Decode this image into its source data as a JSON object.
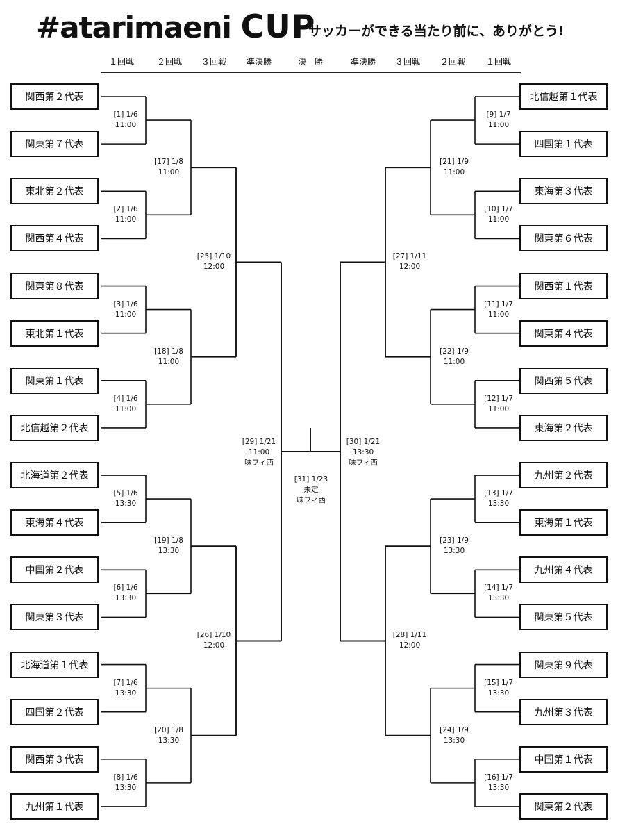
{
  "header": {
    "logo_main": "#atarimaeni",
    "logo_cup": "CUP",
    "subtitle": "サッカーができる当たり前に、ありがとう!"
  },
  "rounds": [
    "１回戦",
    "２回戦",
    "３回戦",
    "準決勝",
    "決　勝",
    "準決勝",
    "３回戦",
    "２回戦",
    "１回戦"
  ],
  "left_teams": [
    "関西第２代表",
    "関東第７代表",
    "東北第２代表",
    "関西第４代表",
    "関東第８代表",
    "東北第１代表",
    "関東第１代表",
    "北信越第２代表",
    "北海道第２代表",
    "東海第４代表",
    "中国第２代表",
    "関東第３代表",
    "北海道第１代表",
    "四国第２代表",
    "関西第３代表",
    "九州第１代表"
  ],
  "right_teams": [
    "北信越第１代表",
    "四国第１代表",
    "東海第３代表",
    "関東第６代表",
    "関西第１代表",
    "関東第４代表",
    "関西第５代表",
    "東海第２代表",
    "九州第２代表",
    "東海第１代表",
    "九州第４代表",
    "関東第５代表",
    "関東第９代表",
    "九州第３代表",
    "中国第１代表",
    "関東第２代表"
  ],
  "left_r1": [
    {
      "no": "[1]",
      "date": "1/6",
      "time": "11:00"
    },
    {
      "no": "[2]",
      "date": "1/6",
      "time": "11:00"
    },
    {
      "no": "[3]",
      "date": "1/6",
      "time": "11:00"
    },
    {
      "no": "[4]",
      "date": "1/6",
      "time": "11:00"
    },
    {
      "no": "[5]",
      "date": "1/6",
      "time": "13:30"
    },
    {
      "no": "[6]",
      "date": "1/6",
      "time": "13:30"
    },
    {
      "no": "[7]",
      "date": "1/6",
      "time": "13:30"
    },
    {
      "no": "[8]",
      "date": "1/6",
      "time": "13:30"
    }
  ],
  "right_r1": [
    {
      "no": "[9]",
      "date": "1/7",
      "time": "11:00"
    },
    {
      "no": "[10]",
      "date": "1/7",
      "time": "11:00"
    },
    {
      "no": "[11]",
      "date": "1/7",
      "time": "11:00"
    },
    {
      "no": "[12]",
      "date": "1/7",
      "time": "11:00"
    },
    {
      "no": "[13]",
      "date": "1/7",
      "time": "13:30"
    },
    {
      "no": "[14]",
      "date": "1/7",
      "time": "13:30"
    },
    {
      "no": "[15]",
      "date": "1/7",
      "time": "13:30"
    },
    {
      "no": "[16]",
      "date": "1/7",
      "time": "13:30"
    }
  ],
  "left_r2": [
    {
      "no": "[17]",
      "date": "1/8",
      "time": "11:00"
    },
    {
      "no": "[18]",
      "date": "1/8",
      "time": "11:00"
    },
    {
      "no": "[19]",
      "date": "1/8",
      "time": "13:30"
    },
    {
      "no": "[20]",
      "date": "1/8",
      "time": "13:30"
    }
  ],
  "right_r2": [
    {
      "no": "[21]",
      "date": "1/9",
      "time": "11:00"
    },
    {
      "no": "[22]",
      "date": "1/9",
      "time": "11:00"
    },
    {
      "no": "[23]",
      "date": "1/9",
      "time": "13:30"
    },
    {
      "no": "[24]",
      "date": "1/9",
      "time": "13:30"
    }
  ],
  "left_r3": [
    {
      "no": "[25]",
      "date": "1/10",
      "time": "12:00"
    },
    {
      "no": "[26]",
      "date": "1/10",
      "time": "12:00"
    }
  ],
  "right_r3": [
    {
      "no": "[27]",
      "date": "1/11",
      "time": "12:00"
    },
    {
      "no": "[28]",
      "date": "1/11",
      "time": "12:00"
    }
  ],
  "semis": [
    {
      "no": "[29]",
      "date": "1/21",
      "time": "11:00",
      "venue": "味フィ西"
    },
    {
      "no": "[30]",
      "date": "1/21",
      "time": "13:30",
      "venue": "味フィ西"
    }
  ],
  "final": {
    "no": "[31]",
    "date": "1/23",
    "time": "未定",
    "venue": "味フィ西"
  }
}
